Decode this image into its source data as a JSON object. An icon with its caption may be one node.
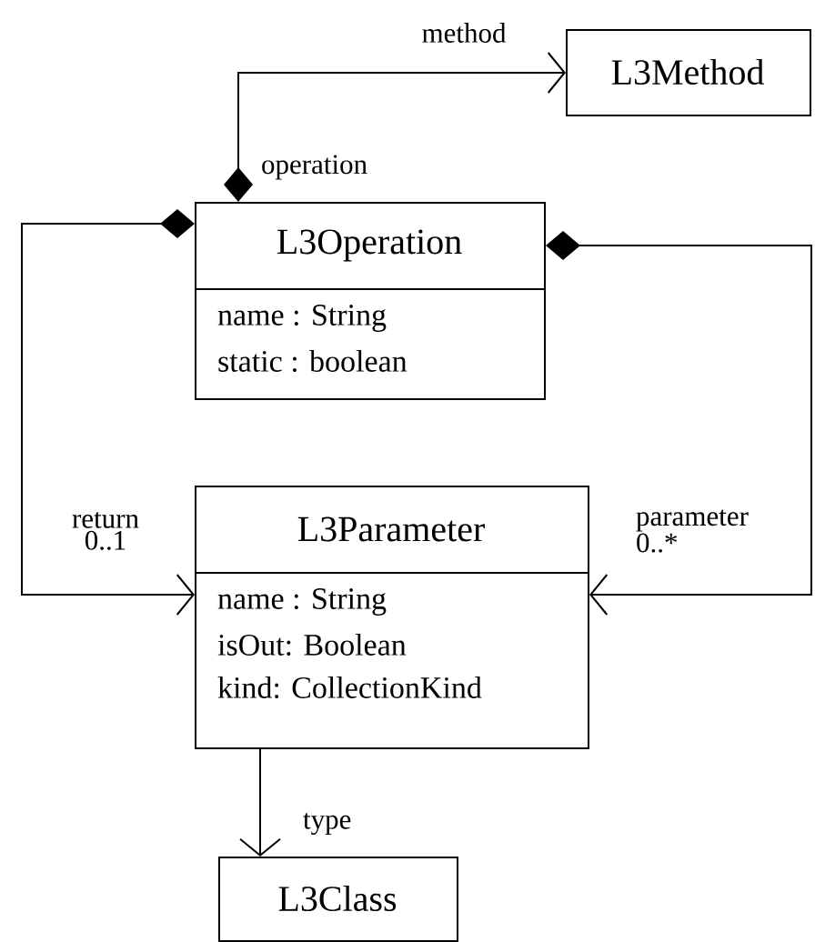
{
  "diagram": {
    "nodes": [
      {
        "text": [
          "L3Method"
        ]
      },
      {
        "text": [
          "L3Operation",
          "name : String",
          "static : boolean"
        ]
      },
      {
        "text": [
          "L3Parameter",
          "name : String",
          "isOut: Boolean",
          "kind: CollectionKind"
        ]
      },
      {
        "text": [
          "L3Class"
        ]
      }
    ],
    "edges": [
      {
        "from": 1,
        "to": 0,
        "arrow": "to",
        "label": "method"
      },
      {
        "from": 1,
        "to": 2,
        "arrow": "to",
        "label": "return 0..1"
      },
      {
        "from": 1,
        "to": 2,
        "arrow": "to",
        "label": "parameter 0..*"
      },
      {
        "from": 2,
        "to": 3,
        "arrow": "to",
        "label": "type"
      }
    ],
    "labels": [
      "operation"
    ]
  }
}
